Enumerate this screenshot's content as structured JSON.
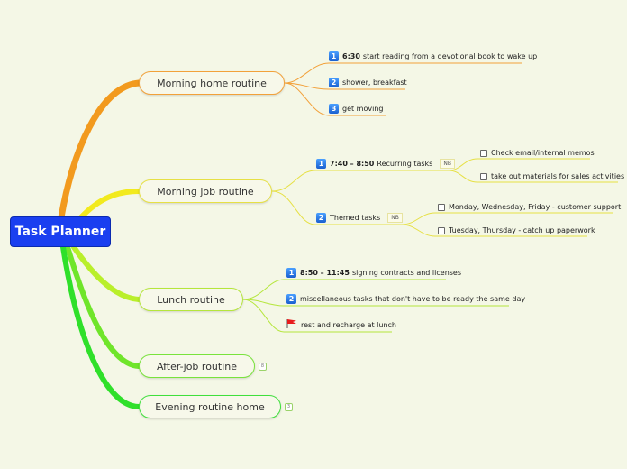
{
  "map": {
    "root": "Task Planner",
    "branches": [
      {
        "label": "Morning home routine",
        "items": [
          {
            "num": "1",
            "time": "6:30",
            "text": "start reading from a devotional book to wake up"
          },
          {
            "num": "2",
            "text": "shower, breakfast"
          },
          {
            "num": "3",
            "text": "get moving"
          }
        ]
      },
      {
        "label": "Morning job routine",
        "items": [
          {
            "num": "1",
            "time": "7:40 – 8:50",
            "text": "Recurring tasks",
            "badge": "NB",
            "subitems": [
              "Check email/internal memos",
              "take out materials for sales activities"
            ]
          },
          {
            "num": "2",
            "text": "Themed tasks",
            "badge": "NB",
            "subitems": [
              "Monday, Wednesday, Friday - customer support",
              "Tuesday, Thursday - catch up paperwork"
            ]
          }
        ]
      },
      {
        "label": "Lunch routine",
        "items": [
          {
            "num": "1",
            "time": "8:50 – 11:45",
            "text": "signing contracts and licenses"
          },
          {
            "num": "2",
            "text": "miscellaneous tasks that don't have to be ready the same day"
          },
          {
            "icon": "red-flag-icon",
            "text": "rest and recharge at lunch"
          }
        ]
      },
      {
        "label": "After-job routine",
        "collapsed_count": "8"
      },
      {
        "label": "Evening routine home",
        "collapsed_count": "3"
      }
    ]
  },
  "colors": {
    "background": "#f4f7e6",
    "root": "#1a3ff0",
    "branch1": "#f29a1e",
    "branch2": "#f2ea1e",
    "branch3": "#b9ef2a",
    "branch4": "#6fe52a",
    "branch5": "#2fe02a"
  }
}
